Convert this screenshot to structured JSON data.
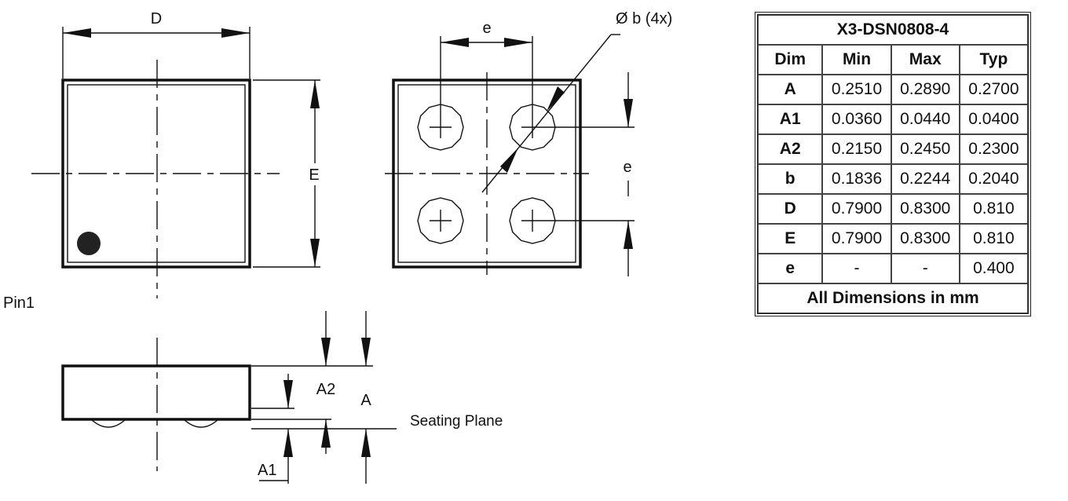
{
  "diagram": {
    "top_view": {
      "width_label": "D",
      "height_label": "E",
      "pin_label": "Pin1"
    },
    "bottom_view": {
      "pitch_label_horizontal": "e",
      "pitch_label_vertical": "e",
      "ball_label": "Ø b (4x)"
    },
    "side_view": {
      "label_a": "A",
      "label_a1": "A1",
      "label_a2": "A2",
      "seating_plane_label": "Seating Plane"
    }
  },
  "table": {
    "title": "X3-DSN0808-4",
    "headers": [
      "Dim",
      "Min",
      "Max",
      "Typ"
    ],
    "rows": [
      [
        "A",
        "0.2510",
        "0.2890",
        "0.2700"
      ],
      [
        "A1",
        "0.0360",
        "0.0440",
        "0.0400"
      ],
      [
        "A2",
        "0.2150",
        "0.2450",
        "0.2300"
      ],
      [
        "b",
        "0.1836",
        "0.2244",
        "0.2040"
      ],
      [
        "D",
        "0.7900",
        "0.8300",
        "0.810"
      ],
      [
        "E",
        "0.7900",
        "0.8300",
        "0.810"
      ],
      [
        "e",
        "-",
        "-",
        "0.400"
      ]
    ],
    "footer": "All Dimensions in mm"
  }
}
